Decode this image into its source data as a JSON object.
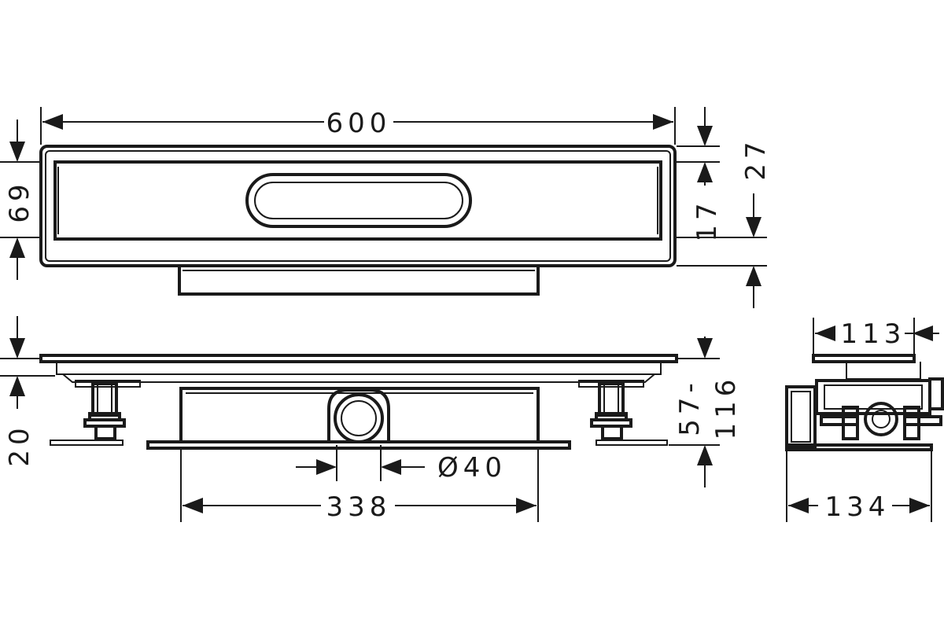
{
  "dimensions": {
    "length_total": "600",
    "height_69": "69",
    "height_17": "17",
    "height_27": "27",
    "height_20": "20",
    "height_range_a": "57-",
    "height_range_b": "116",
    "pipe_diameter": "Ø40",
    "body_width": "338",
    "top_width_side": "113",
    "base_width_side": "134"
  },
  "colors": {
    "line": "#1a1a1a",
    "background": "#ffffff"
  }
}
